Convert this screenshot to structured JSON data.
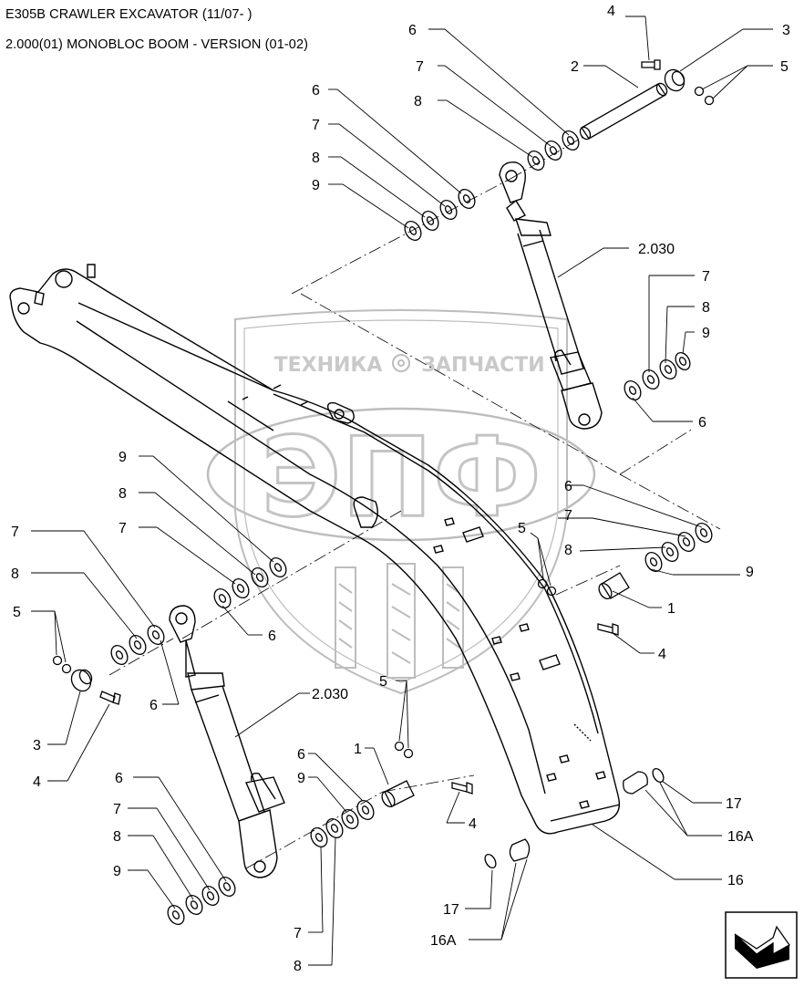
{
  "header": {
    "model": "E305B CRAWLER EXCAVATOR (11/07- )",
    "section": "2.000(01) MONOBLOC BOOM - VERSION (01-02)"
  },
  "watermark": {
    "top_text_left": "ТЕХНИКА",
    "top_text_right": "ЗАПЧАСТИ",
    "big_letters": "ЭПФ"
  },
  "callouts": {
    "n1": "1",
    "n2": "2",
    "n3": "3",
    "n4": "4",
    "n5": "5",
    "n6": "6",
    "n7": "7",
    "n8": "8",
    "n9": "9",
    "n16": "16",
    "n16a": "16A",
    "n17": "17",
    "n2030": "2.030"
  },
  "colors": {
    "line": "#000000",
    "watermark": "#bdbdbd"
  },
  "icons": {
    "nav": "next-page-arrow-icon"
  }
}
